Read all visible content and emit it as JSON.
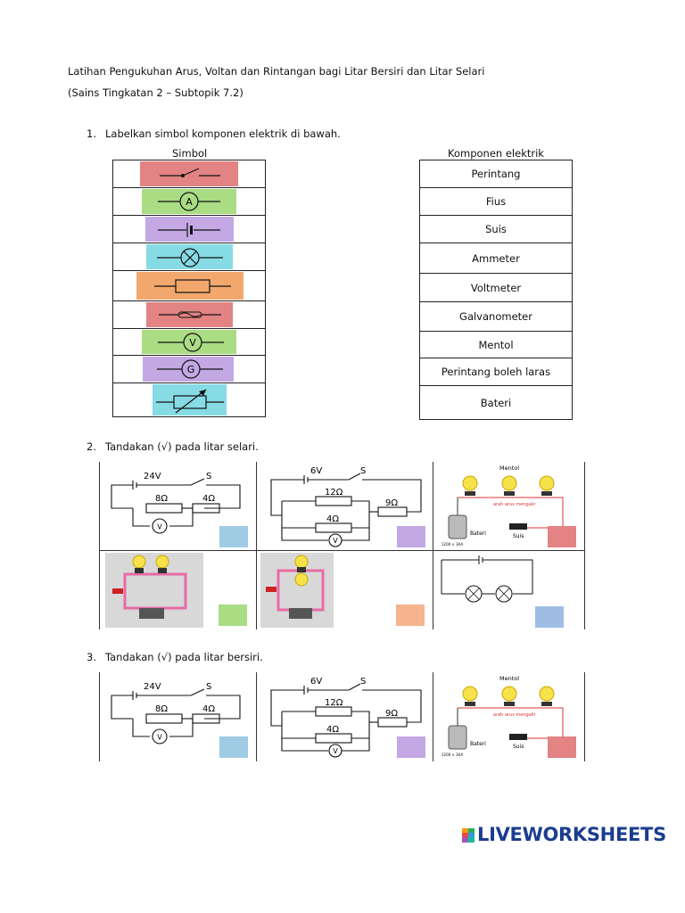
{
  "header": {
    "title": "Latihan Pengukuhan Arus, Voltan dan Rintangan bagi Litar Bersiri dan Litar Selari",
    "subtitle": "(Sains Tingkatan 2 – Subtopik 7.2)"
  },
  "q1": {
    "number": "1.",
    "text": "Labelkan simbol komponen elektrik di bawah.",
    "symbol_header": "Simbol",
    "component_header": "Komponen elektrik",
    "symbols": [
      {
        "name": "switch-symbol",
        "color": "#e38383"
      },
      {
        "name": "ammeter-symbol",
        "color": "#a9dc83",
        "letter": "A"
      },
      {
        "name": "battery-symbol",
        "color": "#c3a8e4"
      },
      {
        "name": "bulb-symbol",
        "color": "#86dbe5"
      },
      {
        "name": "resistor-symbol",
        "color": "#f2a86d"
      },
      {
        "name": "fuse-symbol",
        "color": "#e38383"
      },
      {
        "name": "voltmeter-symbol",
        "color": "#a9dc83",
        "letter": "V"
      },
      {
        "name": "galvanometer-symbol",
        "color": "#c3a8e4",
        "letter": "G"
      },
      {
        "name": "rheostat-symbol",
        "color": "#86dbe5"
      }
    ],
    "components": [
      "Perintang",
      "Fius",
      "Suis",
      "Ammeter",
      "Voltmeter",
      "Galvanometer",
      "Mentol",
      "Perintang boleh laras",
      "Bateri"
    ]
  },
  "q2": {
    "number": "2.",
    "text": "Tandakan (√) pada litar selari.",
    "circuit_a": {
      "voltage": "24V",
      "switch": "S",
      "r1": "8Ω",
      "r2": "4Ω",
      "meter": "V"
    },
    "circuit_b": {
      "voltage": "6V",
      "switch": "S",
      "r1": "12Ω",
      "r2": "4Ω",
      "r3": "9Ω",
      "meter": "V"
    },
    "circuit_c": {
      "label_top": "Mentol",
      "flow": "arah arus mengalir",
      "battery": "Bateri",
      "switch": "Suis",
      "battery_label": "1200 × 3AA"
    },
    "box_colors": [
      "#9fcbe4",
      "#c3a8e4",
      "#e38383",
      "#a9dc83",
      "#f5b48e",
      "#9fbde4"
    ]
  },
  "q3": {
    "number": "3.",
    "text": "Tandakan (√) pada litar bersiri.",
    "circuit_a": {
      "voltage": "24V",
      "switch": "S",
      "r1": "8Ω",
      "r2": "4Ω",
      "meter": "V"
    },
    "circuit_b": {
      "voltage": "6V",
      "switch": "S",
      "r1": "12Ω",
      "r2": "4Ω",
      "r3": "9Ω",
      "meter": "V"
    },
    "circuit_c": {
      "label_top": "Mentol",
      "flow": "arah arus mengalir",
      "battery": "Bateri",
      "switch": "Suis",
      "battery_label": "1200 × 3AA"
    },
    "box_colors": [
      "#9fcbe4",
      "#c3a8e4",
      "#e38383"
    ]
  },
  "footer": {
    "logo": "LIVEWORKSHEETS"
  }
}
